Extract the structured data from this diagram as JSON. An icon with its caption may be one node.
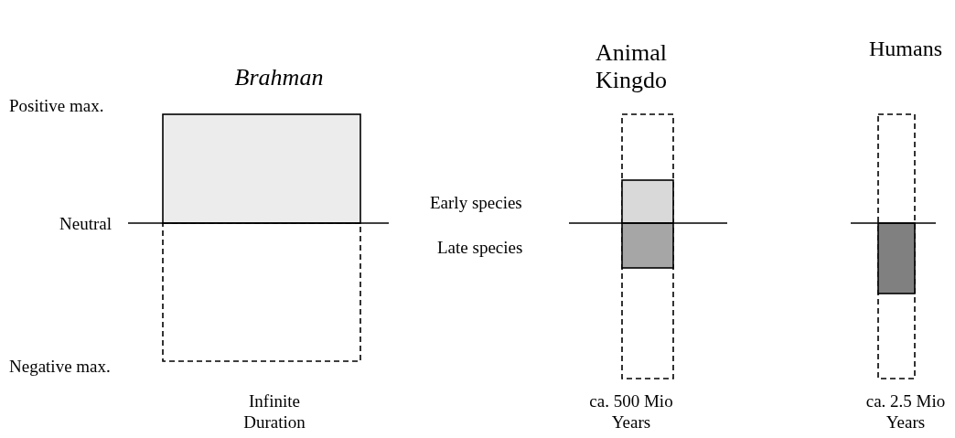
{
  "diagram": {
    "labels": [
      "Brahman",
      "Animal Kingdo",
      "Humans",
      "Positive max.",
      "Early species",
      "Neutral",
      "Late species",
      "Negative max.",
      "Infinite Duration",
      "ca. 500 Mio Years",
      "ca. 2.5 Mio Years"
    ]
  }
}
